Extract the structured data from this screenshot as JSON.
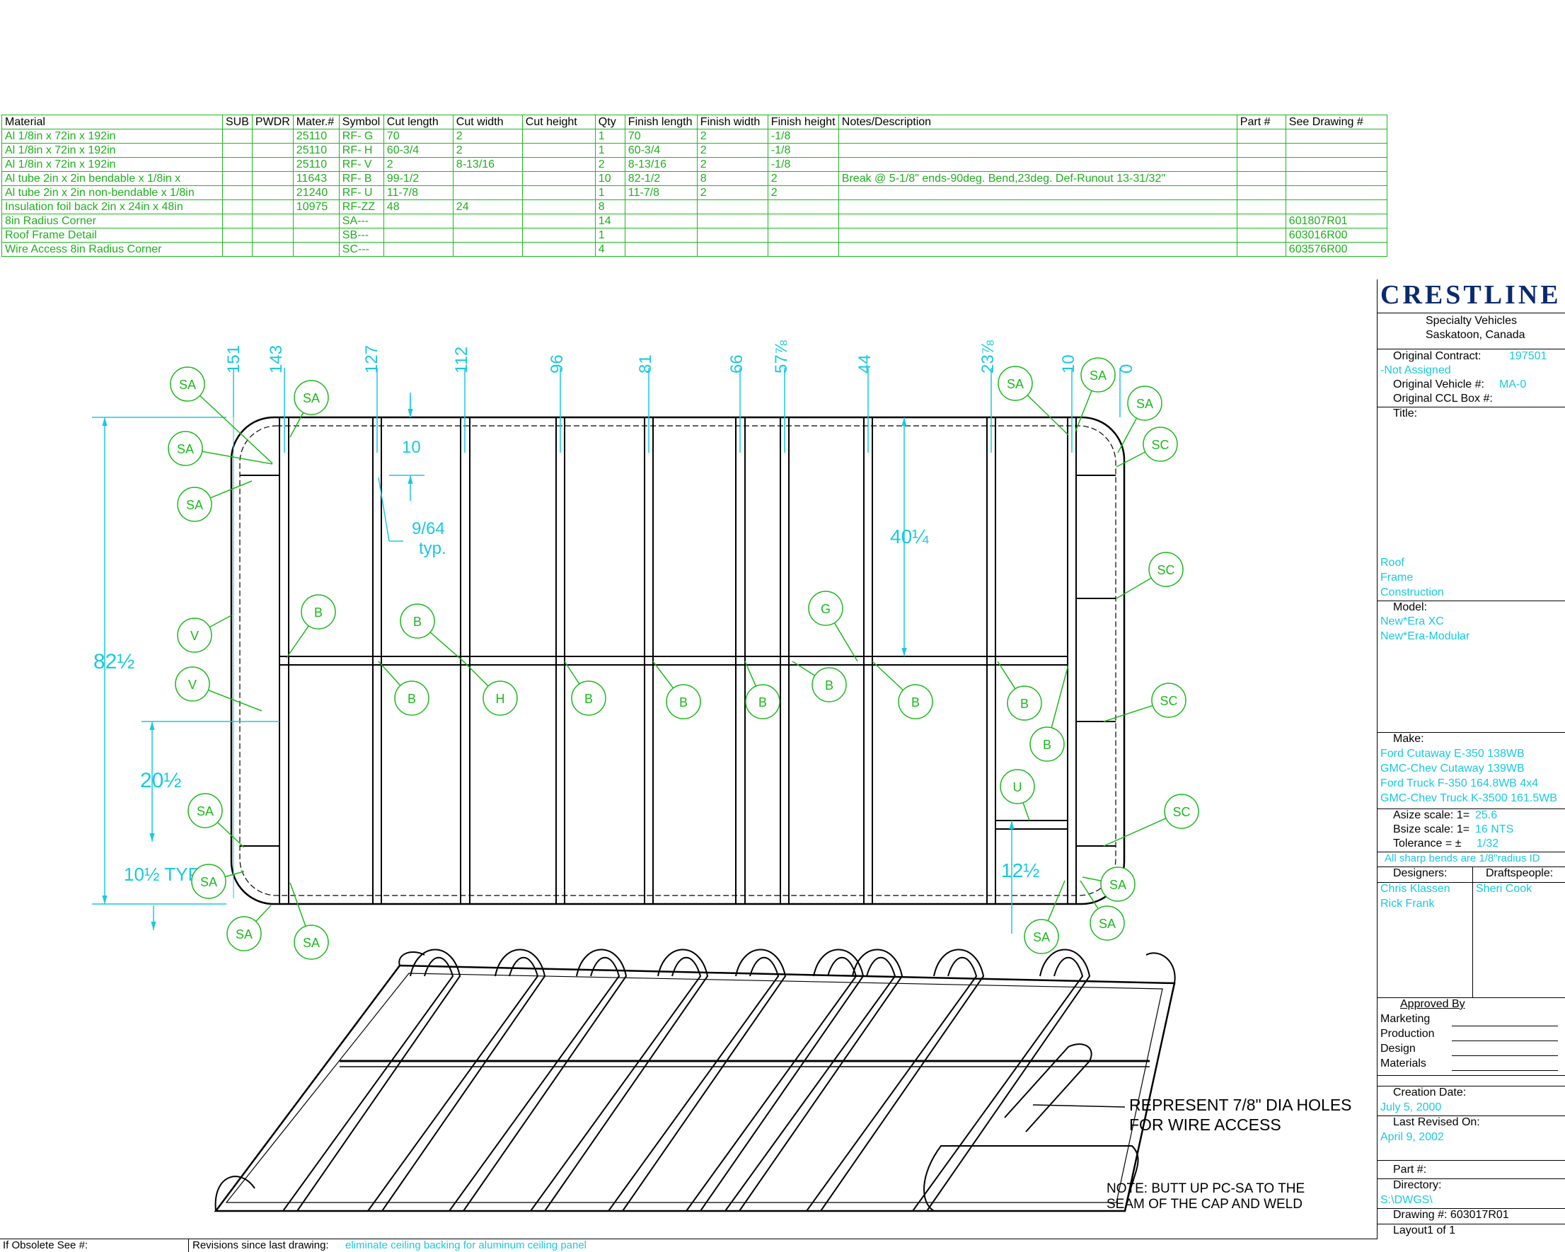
{
  "bom": {
    "headers": [
      "Material",
      "SUB",
      "PWDR",
      "Mater.#",
      "Symbol",
      "Cut length",
      "Cut width",
      "Cut height",
      "Qty",
      "Finish length",
      "Finish width",
      "Finish height",
      "Notes/Description",
      "Part #",
      "See Drawing #"
    ],
    "rows": [
      [
        "Al 1/8in x 72in x 192in",
        "",
        "",
        "25110",
        "RF- G",
        "70",
        "2",
        "",
        "1",
        "70",
        "2",
        "-1/8",
        "",
        "",
        ""
      ],
      [
        "Al 1/8in x 72in x 192in",
        "",
        "",
        "25110",
        "RF- H",
        "60-3/4",
        "2",
        "",
        "1",
        "60-3/4",
        "2",
        "-1/8",
        "",
        "",
        ""
      ],
      [
        "Al 1/8in x 72in x 192in",
        "",
        "",
        "25110",
        "RF- V",
        "2",
        "8-13/16",
        "",
        "2",
        "8-13/16",
        "2",
        "-1/8",
        "",
        "",
        ""
      ],
      [
        "Al tube 2in x 2in bendable x 1/8in x",
        "",
        "",
        "11643",
        "RF- B",
        "99-1/2",
        "",
        "",
        "10",
        "82-1/2",
        "8",
        "2",
        "Break @ 5-1/8\" ends-90deg. Bend,23deg. Def-Runout 13-31/32\"",
        "",
        ""
      ],
      [
        "Al tube 2in x 2in non-bendable x 1/8in",
        "",
        "",
        "21240",
        "RF- U",
        "11-7/8",
        "",
        "",
        "1",
        "11-7/8",
        "2",
        "2",
        "",
        "",
        ""
      ],
      [
        "Insulation foil back 2in x 24in x 48in",
        "",
        "",
        "10975",
        "RF-ZZ",
        "48",
        "24",
        "",
        "8",
        "",
        "",
        "",
        "",
        "",
        ""
      ],
      [
        "8in Radius Corner",
        "",
        "",
        "",
        "SA---",
        "",
        "",
        "",
        "14",
        "",
        "",
        "",
        "",
        "",
        "601807R01"
      ],
      [
        "Roof Frame Detail",
        "",
        "",
        "",
        "SB---",
        "",
        "",
        "",
        "1",
        "",
        "",
        "",
        "",
        "",
        "603016R00"
      ],
      [
        "Wire Access 8in Radius Corner",
        "",
        "",
        "",
        "SC---",
        "",
        "",
        "",
        "4",
        "",
        "",
        "",
        "",
        "",
        "603576R00"
      ]
    ]
  },
  "titleblock": {
    "logo": "CRESTLINE",
    "company_line1": "Specialty Vehicles",
    "company_line2": "Saskatoon, Canada",
    "original_contract_label": "Original Contract:",
    "original_contract_value": "197501",
    "not_assigned": "-Not Assigned",
    "original_vehicle_label": "Original Vehicle #:",
    "original_vehicle_value": "MA-0",
    "original_ccl_label": "Original CCL Box #:",
    "title_label": "Title:",
    "title_lines": [
      "Roof",
      "Frame",
      "Construction"
    ],
    "model_label": "Model:",
    "model_lines": [
      "New*Era XC",
      "New*Era-Modular"
    ],
    "make_label": "Make:",
    "make_lines": [
      "Ford Cutaway E-350 138WB",
      "GMC-Chev Cutaway 139WB",
      "Ford Truck F-350 164.8WB 4x4",
      "GMC-Chev Truck K-3500 161.5WB"
    ],
    "asize_label": "Asize scale: 1=",
    "asize_value": "25.6",
    "bsize_label": "Bsize scale: 1=",
    "bsize_value": "16 NTS",
    "tolerance_label": "Tolerance = ±",
    "tolerance_value": "1/32",
    "bends_note": "All sharp bends are 1/8\"radius ID",
    "designers_label": "Designers:",
    "draftspeople_label": "Draftspeople:",
    "designers": [
      "Chris Klassen",
      "Rick Frank"
    ],
    "draftspeople": [
      "Sheri Cook"
    ],
    "approved_by": "Approved By",
    "approvals": [
      "Marketing",
      "Production",
      "Design",
      "Materials"
    ],
    "creation_date_label": "Creation Date:",
    "creation_date": "July 5, 2000",
    "last_revised_label": "Last Revised On:",
    "last_revised": "April 9, 2002",
    "part_label": "Part #:",
    "directory_label": "Directory:",
    "directory_value": "S:\\DWGS\\",
    "drawing_label": "Drawing #: 603017R01",
    "layout_label": "Layout1 of 1"
  },
  "bottom": {
    "obsolete_label": "If Obsolete See #:",
    "revisions_label": "Revisions since last drawing:",
    "revisions_value": "eliminate ceiling backing for aluminum ceiling panel"
  },
  "plan": {
    "top_dims": [
      "151",
      "143",
      "127",
      "112",
      "96",
      "81",
      "66",
      "57⅞",
      "44",
      "23⅞",
      "10",
      "0"
    ],
    "dim_10": "10",
    "dim_9_64": "9/64",
    "dim_typ": "typ.",
    "dim_40": "40¼",
    "dim_82": "82½",
    "dim_20": "20½",
    "dim_10_typ": "10½ TYP.",
    "dim_12": "12½",
    "callouts": [
      "SA",
      "SA",
      "SA",
      "SA",
      "SA",
      "SA",
      "SA",
      "SA",
      "SA",
      "SA",
      "SA",
      "SA",
      "SA",
      "SA",
      "SC",
      "SC",
      "SC",
      "SC",
      "V",
      "V",
      "B",
      "B",
      "B",
      "H",
      "B",
      "B",
      "B",
      "B",
      "B",
      "B",
      "B",
      "G",
      "U"
    ]
  },
  "notes": {
    "holes_line1": "REPRESENT 7/8\" DIA HOLES",
    "holes_line2": "FOR WIRE ACCESS",
    "butt_line1": "NOTE: BUTT UP PC-SA TO THE",
    "butt_line2": "SEAM OF THE CAP AND WELD"
  }
}
